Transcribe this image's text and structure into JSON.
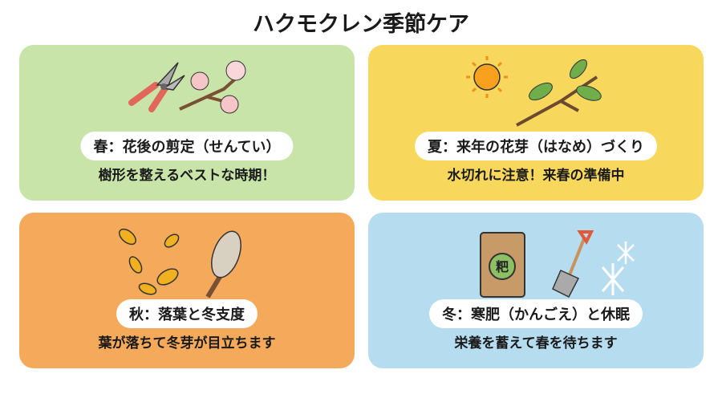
{
  "title": "ハクモクレン季節ケア",
  "cards": [
    {
      "season": "spring",
      "heading": "春：花後の剪定（せんてい）",
      "text": "樹形を整えるベストな時期！",
      "color": "#c9e4a9"
    },
    {
      "season": "summer",
      "heading": "夏：来年の花芽（はなめ）づくり",
      "text": "水切れに注意！来春の準備中",
      "color": "#f8d85c"
    },
    {
      "season": "autumn",
      "heading": "秋：落葉と冬支度",
      "text": "葉が落ちて冬芽が目立ちます",
      "color": "#f5a95a"
    },
    {
      "season": "winter",
      "heading": "冬：寒肥（かんごえ）と休眠",
      "text": "栄養を蓄えて春を待ちます",
      "color": "#b6dcf0",
      "bag_label": "粑"
    }
  ]
}
